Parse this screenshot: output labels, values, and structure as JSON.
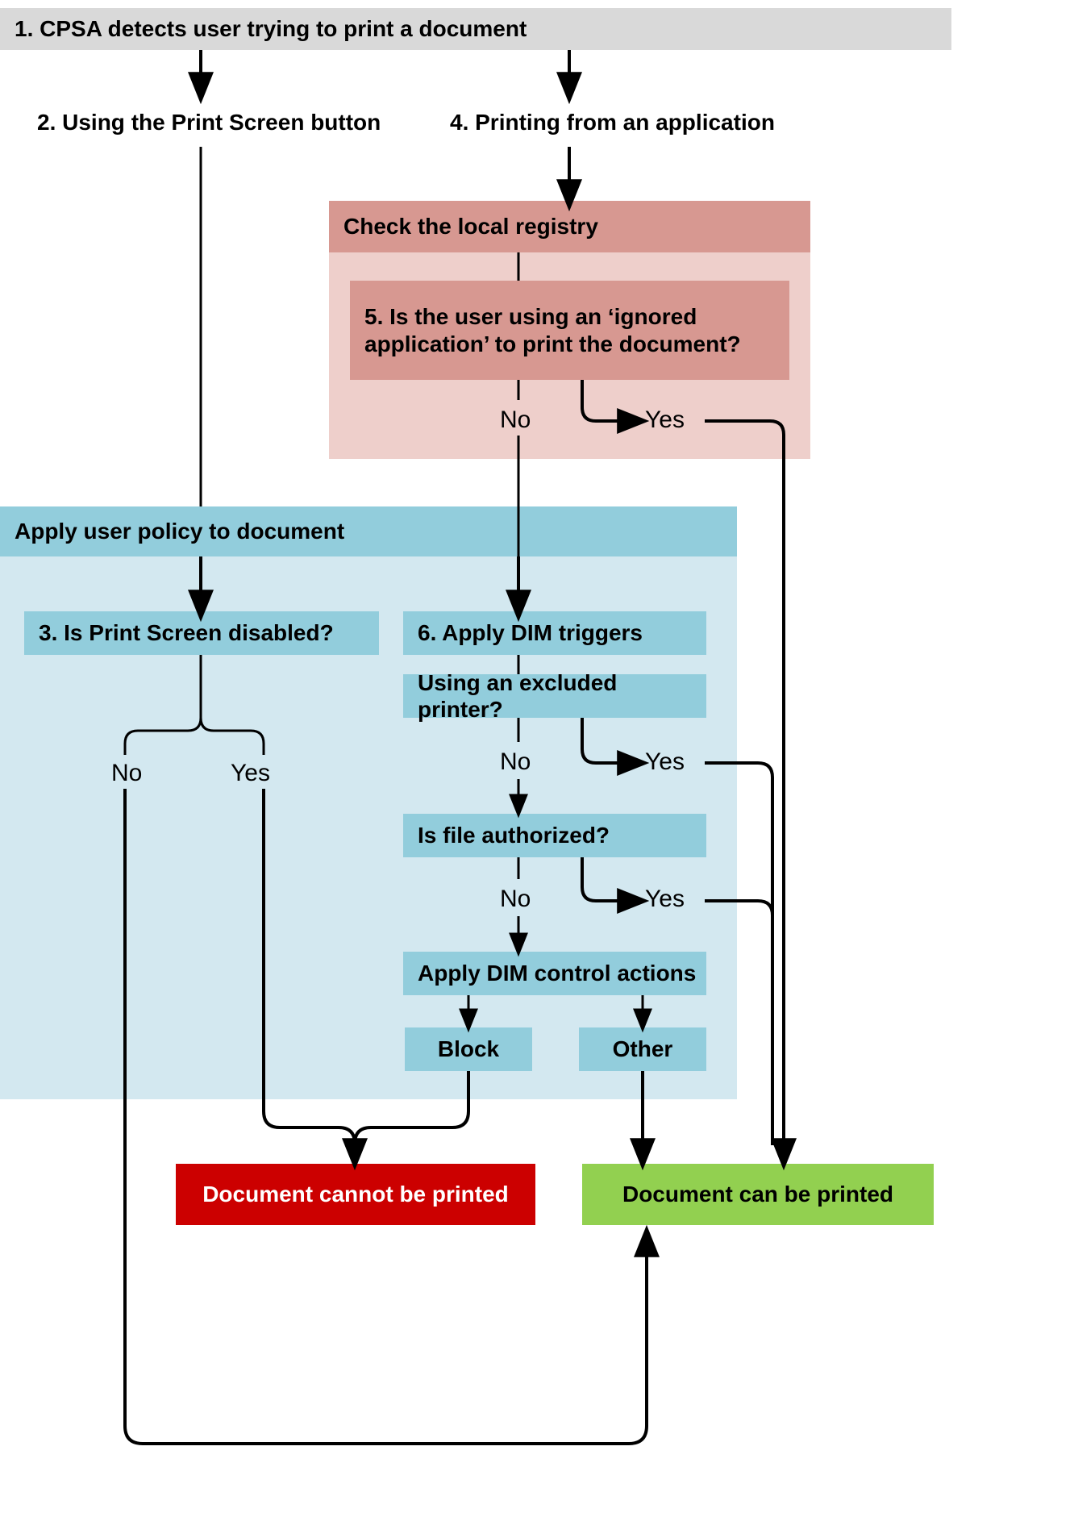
{
  "diagram": {
    "title_step1": "1. CPSA detects user trying to print a document",
    "branch_left_title": "2. Using the Print Screen button",
    "branch_right_title": "4. Printing from an application",
    "registry_header": "Check the local registry",
    "step5_question": "5. Is the user using an ‘ignored application’ to print the document?",
    "step5_no": "No",
    "step5_yes": "Yes",
    "policy_header": "Apply user policy to document",
    "step3_question": "3. Is Print Screen disabled?",
    "step3_no": "No",
    "step3_yes": "Yes",
    "step6_header": "6. Apply DIM triggers",
    "excluded_printer_question": "Using an excluded printer?",
    "excluded_printer_no": "No",
    "excluded_printer_yes": "Yes",
    "file_authorized_question": "Is file authorized?",
    "file_authorized_no": "No",
    "file_authorized_yes": "Yes",
    "dim_control_actions": "Apply DIM control actions",
    "action_block": "Block",
    "action_other": "Other",
    "result_cannot_print": "Document cannot be printed",
    "result_can_print": "Document can be printed"
  },
  "colors": {
    "header_grey": "#d9d9d9",
    "registry_outer": "#eecfcb",
    "registry_inner": "#d79891",
    "policy_outer": "#d3e8f0",
    "policy_inner": "#92cddc",
    "result_red": "#cc0000",
    "result_green": "#92d050",
    "stroke": "#000000",
    "text_on_red": "#ffffff"
  }
}
